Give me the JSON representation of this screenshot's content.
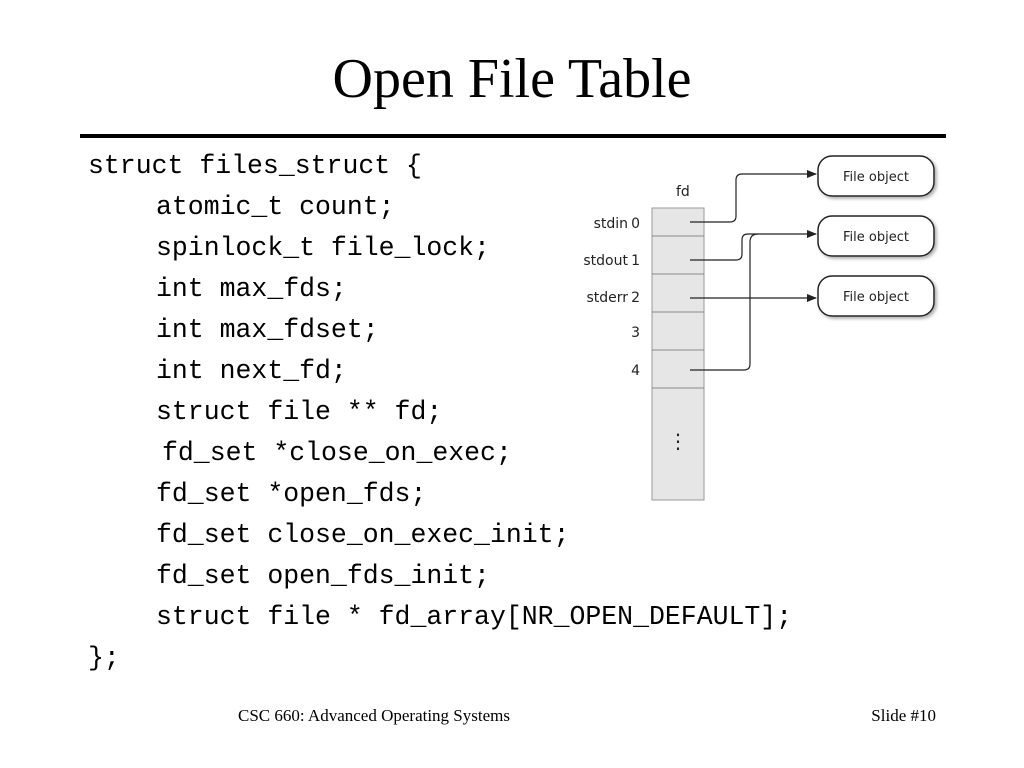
{
  "title": "Open File Table",
  "code_lines": [
    "struct files_struct {",
    "atomic_t count;",
    "spinlock_t file_lock;",
    "int max_fds;",
    "int max_fdset;",
    "int next_fd;",
    "struct file ** fd;",
    "fd_set *close_on_exec;",
    "fd_set *open_fds;",
    "fd_set close_on_exec_init;",
    "fd_set open_fds_init;",
    "struct file * fd_array[NR_OPEN_DEFAULT];",
    "};"
  ],
  "diagram": {
    "column_header": "fd",
    "rows": [
      {
        "label": "stdin",
        "index": "0"
      },
      {
        "label": "stdout",
        "index": "1"
      },
      {
        "label": "stderr",
        "index": "2"
      },
      {
        "label": "",
        "index": "3"
      },
      {
        "label": "",
        "index": "4"
      }
    ],
    "continuation": "⋮",
    "file_object_label": "File object"
  },
  "footer": {
    "course": "CSC 660: Advanced Operating Systems",
    "slide": "Slide #10"
  }
}
